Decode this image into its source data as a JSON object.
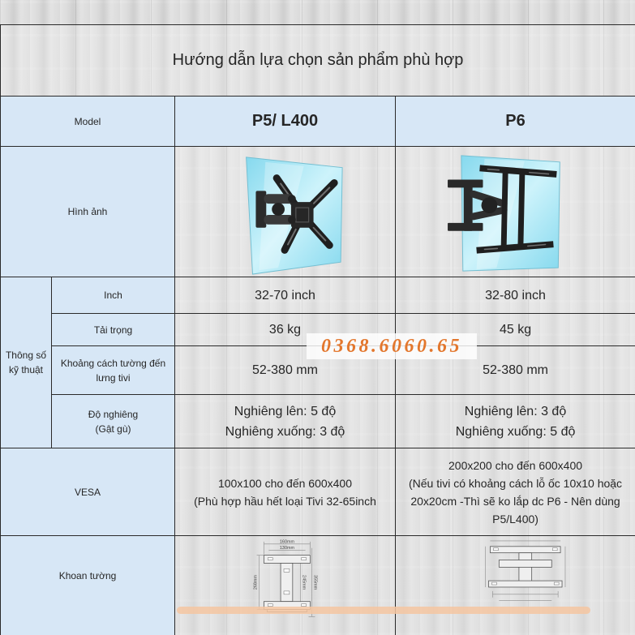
{
  "title": "Hướng dẫn lựa chọn sản phẩm phù hợp",
  "header": {
    "label": "Model",
    "products": [
      "P5/ L400",
      "P6"
    ]
  },
  "image_row": {
    "label": "Hình ảnh",
    "images": [
      "p5-l400-mount-image",
      "p6-mount-image"
    ]
  },
  "specs": {
    "group_label": [
      "Thông số",
      "kỹ thuật"
    ],
    "rows": [
      {
        "label": [
          "Inch"
        ],
        "values": [
          [
            "32-70 inch"
          ],
          [
            "32-80 inch"
          ]
        ]
      },
      {
        "label": [
          "Tải trọng"
        ],
        "values": [
          [
            "36 kg"
          ],
          [
            "45 kg"
          ]
        ]
      },
      {
        "label": [
          "Khoảng cách tường đến",
          "lưng tivi"
        ],
        "values": [
          [
            "52-380 mm"
          ],
          [
            "52-380 mm"
          ]
        ]
      },
      {
        "label": [
          "Độ nghiêng",
          "(Gật gù)"
        ],
        "values": [
          [
            "Nghiêng lên: 5 độ",
            "Nghiêng xuống: 3 độ"
          ],
          [
            "Nghiêng lên: 3 độ",
            "Nghiêng xuống: 5 độ"
          ]
        ]
      }
    ]
  },
  "vesa": {
    "label": "VESA",
    "values": [
      [
        "100x100 cho đến 600x400",
        "(Phù hợp hầu hết loại Tivi 32-65inch"
      ],
      [
        "200x200 cho đến 600x400",
        "(Nếu tivi có khoảng cách lỗ ốc 10x10 hoặc",
        "20x20cm -Thì sẽ ko lắp dc P6 - Nên dùng",
        "P5/L400)"
      ]
    ]
  },
  "drilling": {
    "label": "Khoan tường",
    "p5_dimensions": [
      "160mm",
      "130mm",
      "268mm",
      "245mm",
      "355mm"
    ],
    "images": [
      "p5-l400-drilling-diagram",
      "p6-drilling-diagram"
    ]
  },
  "watermark": {
    "phone": "0368.6060.65"
  },
  "colors": {
    "label_cell": "#d7e7f6",
    "border": "#2a2a2a",
    "watermark": "#e3772d",
    "orange_strip": "#f4c6a1",
    "screen": "#86d9ee",
    "screen_light": "#cdf3fb",
    "mount": "#1f1f1f"
  }
}
